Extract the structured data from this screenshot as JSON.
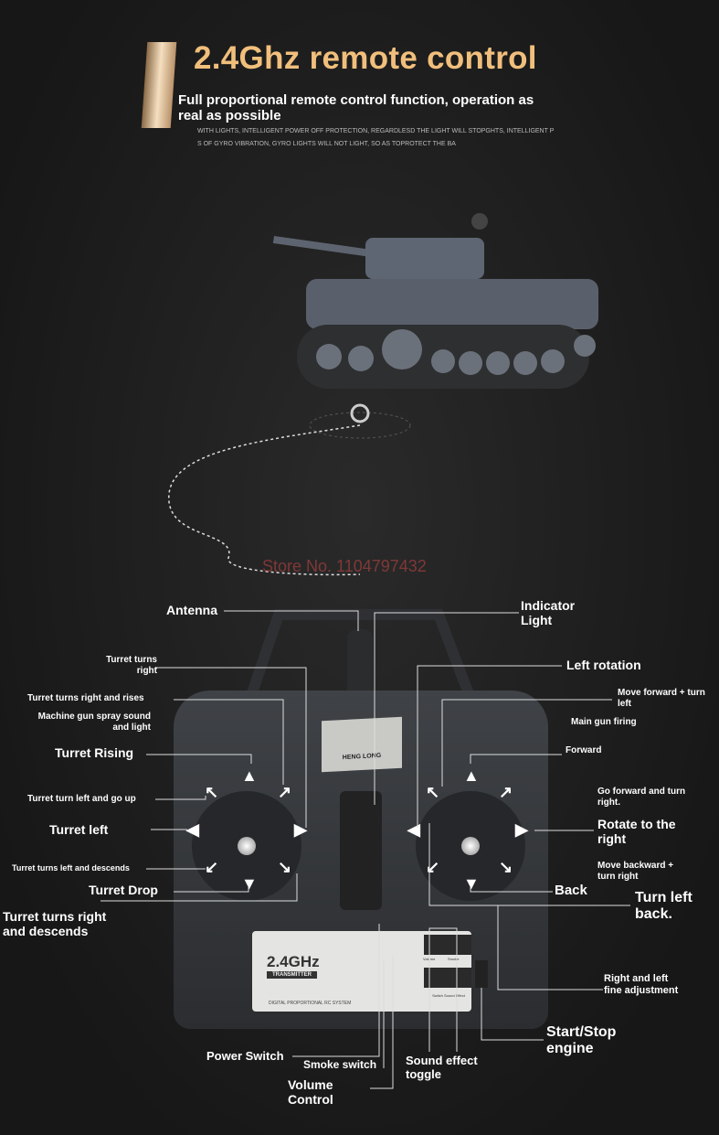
{
  "header": {
    "title": "2.4Ghz remote control",
    "subtitle": "Full proportional remote control function, operation as real as possible",
    "fine_print_1": "WITH LIGHTS, INTELLIGENT POWER OFF PROTECTION, REGARDLESD THE LIGHT WILL STOPGHTS, INTELLIGENT P",
    "fine_print_2": "S OF GYRO VIBRATION, GYRO LIGHTS WILL NOT LIGHT, SO AS TOPROTECT THE BA"
  },
  "watermark": "Store No. 1104797432",
  "transmitter": {
    "logo": "2.4GHz",
    "badge": "TRANSMITTER",
    "system": "DIGITAL PROPORTIONAL RC SYSTEM",
    "btn_volume": "Volume",
    "btn_smoke": "Smoke",
    "btn_switch": "Switch Sound Effect",
    "brand": "HENG LONG"
  },
  "labels": {
    "antenna": "Antenna",
    "indicator": "Indicator Light",
    "turret_right": "Turret turns right",
    "left_rotation": "Left rotation",
    "turret_right_rises": "Turret turns right and rises",
    "fwd_left": "Move forward + turn left",
    "mg": "Machine gun spray sound and light",
    "main_gun": "Main gun firing",
    "turret_rising": "Turret Rising",
    "forward": "Forward",
    "turret_left_up": "Turret turn left and go up",
    "fwd_right": "Go forward and turn right.",
    "turret_left": "Turret left",
    "rotate_right": "Rotate to the right",
    "turret_left_desc": "Turret turns left and descends",
    "back_right": "Move backward + turn right",
    "turret_drop": "Turret Drop",
    "back": "Back",
    "turn_left_back": "Turn left back.",
    "turret_right_desc": "Turret turns right and descends",
    "fine_adj": "Right and left fine adjustment",
    "start_stop": "Start/Stop engine",
    "power": "Power Switch",
    "smoke": "Smoke switch",
    "sound": "Sound effect toggle",
    "volume": "Volume Control"
  }
}
